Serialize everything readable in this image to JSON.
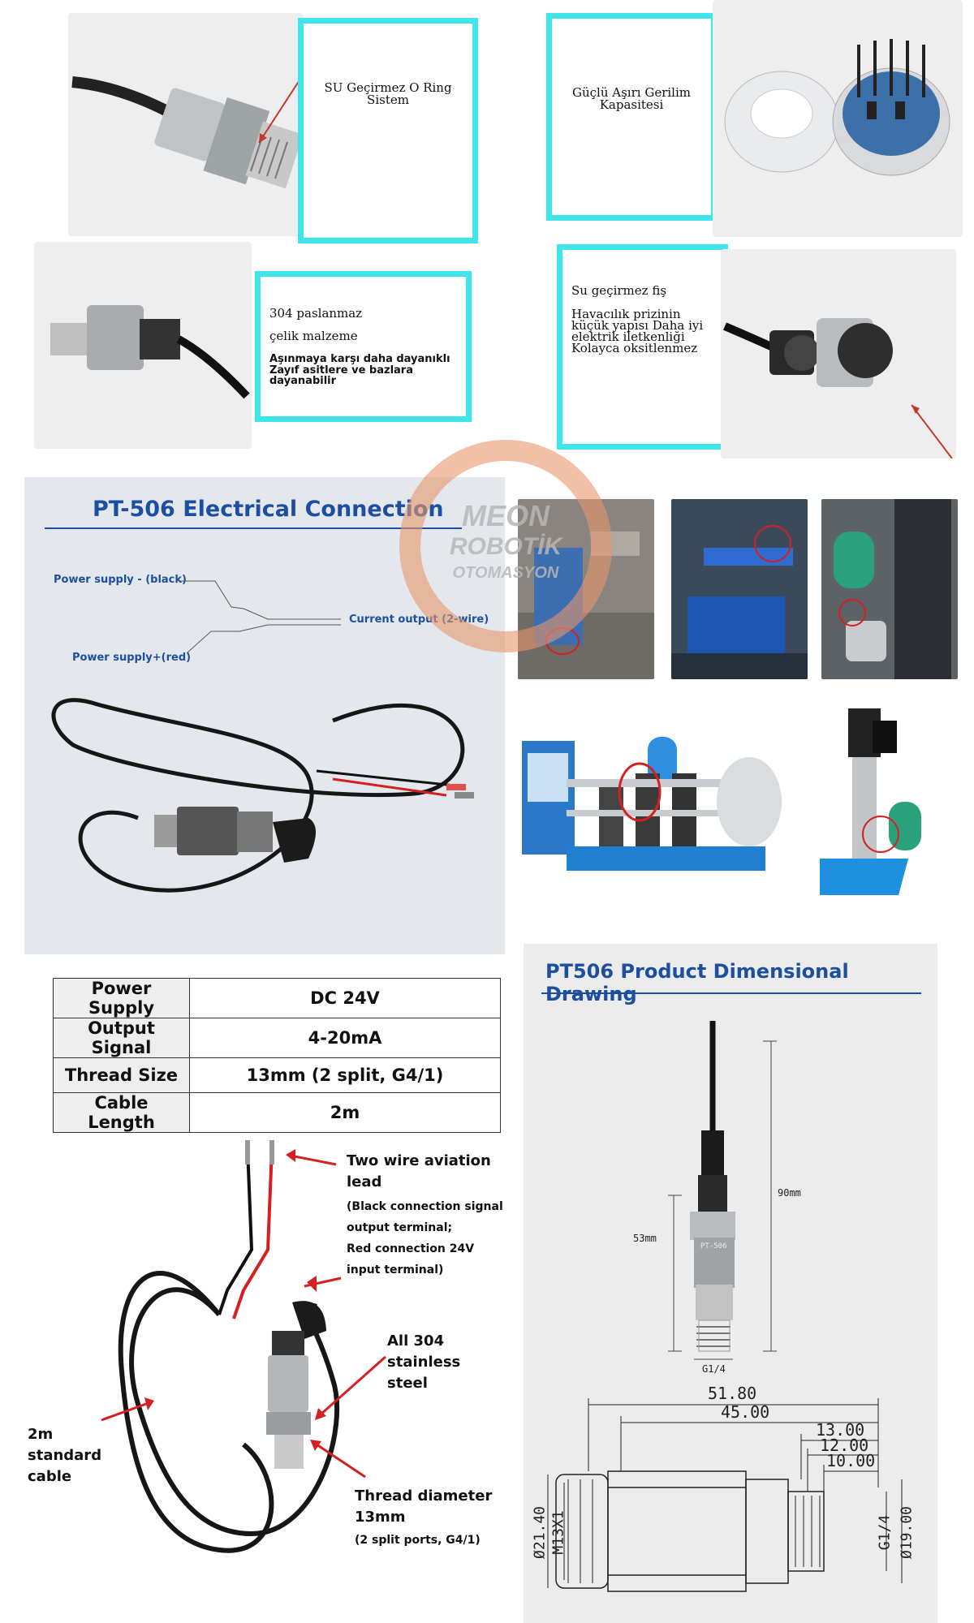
{
  "features": {
    "oring": {
      "title": "SU Geçirmez O Ring Sistem"
    },
    "overvoltage": {
      "title": "Güçlü Aşırı Gerilim Kapasitesi"
    },
    "steel": {
      "title": "304 paslanmaz",
      "line2": "çelik malzeme",
      "line3": "Aşınmaya karşı daha dayanıklı",
      "line4": "Zayıf asitlere ve bazlara dayanabilir"
    },
    "plug": {
      "title": "Su geçirmez fiş",
      "line2": "Havacılık prizinin küçük yapısı Daha iyi elektrik iletkenliği Kolayca oksitlenmez"
    }
  },
  "watermark": {
    "line1": "MEON",
    "line2": "ROBOTİK",
    "line3": "OTOMASYON"
  },
  "electrical": {
    "heading": "PT-506 Electrical Connection",
    "ps_minus": "Power supply - (black)",
    "current_output": "Current output (2-wire)",
    "ps_plus": "Power supply+(red)"
  },
  "spec_table": [
    {
      "key": "Power Supply",
      "value": "DC 24V"
    },
    {
      "key": "Output Signal",
      "value": "4-20mA"
    },
    {
      "key": "Thread Size",
      "value": "13mm (2 split, G4/1)"
    },
    {
      "key": "Cable Length",
      "value": "2m"
    }
  ],
  "callouts": {
    "aviation_title": "Two wire aviation lead",
    "aviation_note1": "(Black connection signal output terminal;",
    "aviation_note2": "Red connection 24V input terminal)",
    "steel": "All 304 stainless steel",
    "cable": "2m standard cable",
    "thread_title": "Thread diameter 13mm",
    "thread_note": "(2 split ports, G4/1)"
  },
  "dimensional": {
    "heading": "PT506 Product Dimensional Drawing",
    "h_total": "90mm",
    "h_body": "53mm",
    "thread": "G1/4",
    "label_model": "PT-506",
    "w1": "51.80",
    "w2": "45.00",
    "w3": "13.00",
    "w4": "12.00",
    "w5": "10.00",
    "d1": "Ø21.40",
    "d2": "M13X1",
    "d3": "G1/4",
    "d4": "Ø19.00"
  },
  "colors": {
    "accent": "#1c4fa0",
    "cyan": "#3ee6ec",
    "red": "#d42020"
  }
}
